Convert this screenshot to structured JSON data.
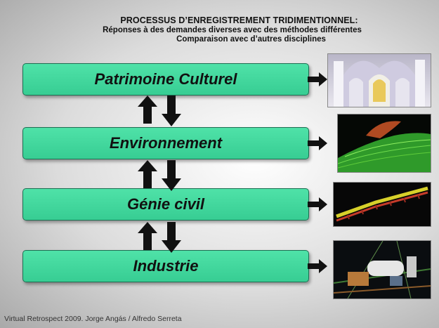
{
  "title": {
    "line1": "PROCESSUS D’ENREGISTREMENT TRIDIMENTIONNEL:",
    "line2": "Réponses à des demandes diverses avec des méthodes différentes",
    "line3": "Comparaison avec d’autres disciplines"
  },
  "categories": [
    {
      "label": "Patrimoine Culturel",
      "thumbnail": "gothic-interior-scan"
    },
    {
      "label": "Environnement",
      "thumbnail": "terrain-point-cloud"
    },
    {
      "label": "Génie civil",
      "thumbnail": "bridge-point-cloud"
    },
    {
      "label": "Industrie",
      "thumbnail": "industrial-plant-scan"
    }
  ],
  "footer": "Virtual Retrospect 2009. Jorge Angás / Alfredo Serreta",
  "colors": {
    "box_fill": "#3fd79c",
    "box_border": "#1d6f52",
    "arrow": "#111111"
  }
}
